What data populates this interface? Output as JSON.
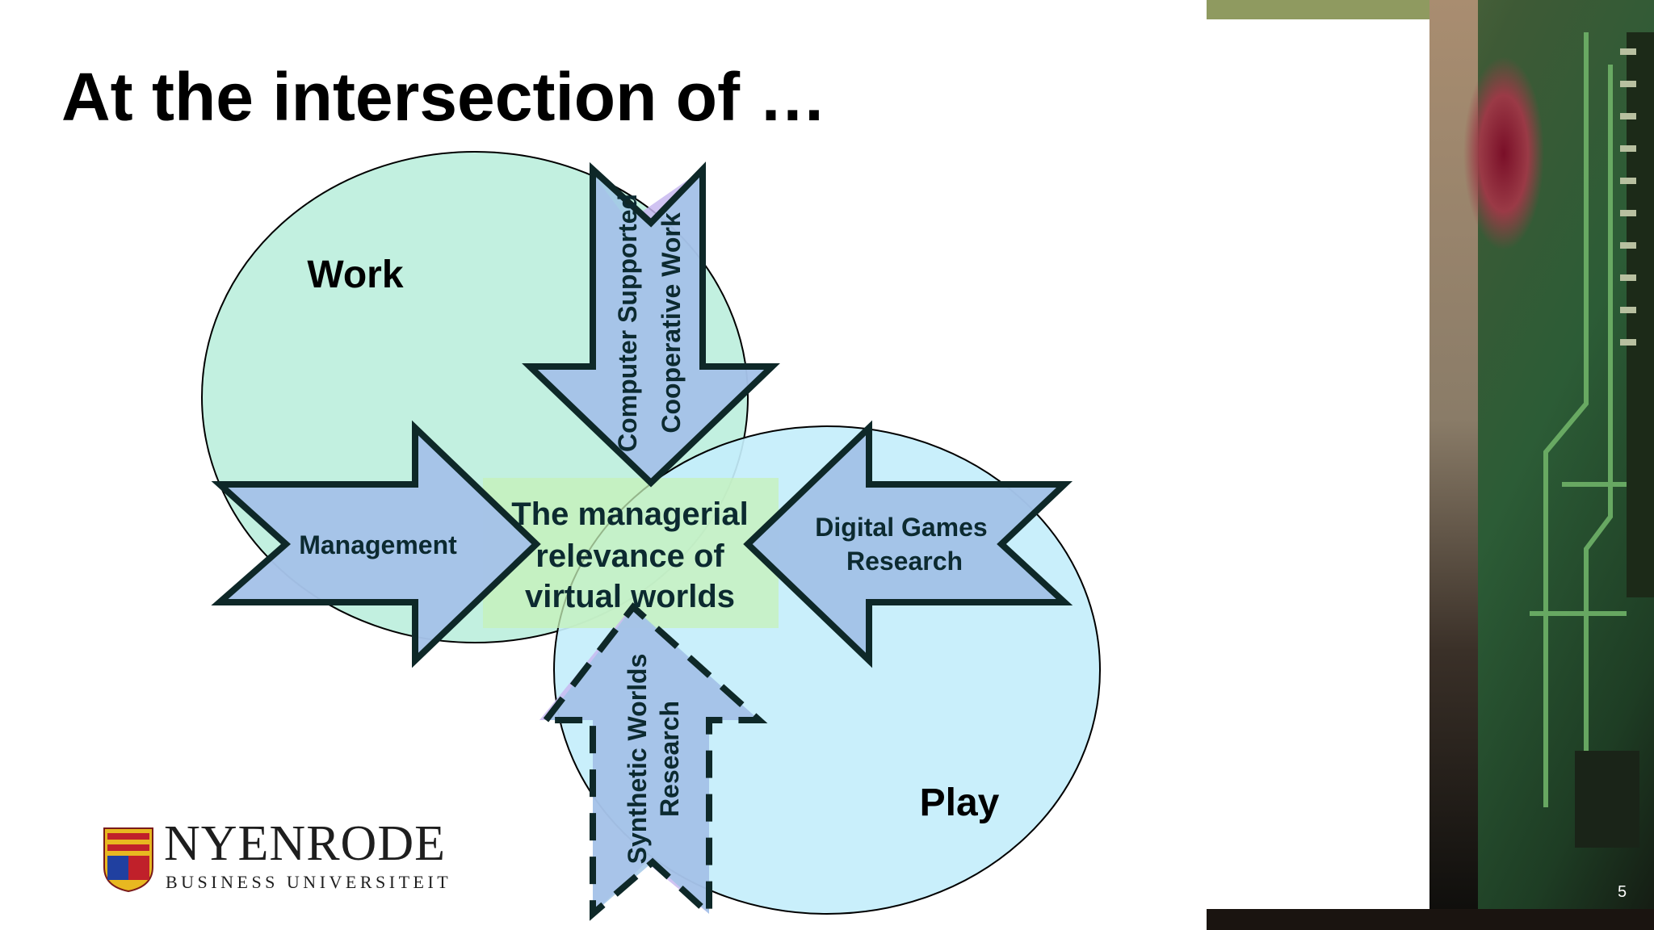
{
  "slide": {
    "title": "At the intersection of …",
    "page_number": "5"
  },
  "diagram": {
    "circles": {
      "work": "Work",
      "play": "Play"
    },
    "center_label": [
      "The managerial",
      "relevance of",
      "virtual worlds"
    ],
    "arrows": {
      "cscw": [
        "Computer Supported",
        "Cooperative Work"
      ],
      "management": "Management",
      "games": [
        "Digital Games",
        "Research"
      ],
      "synthetic": [
        "Synthetic Worlds",
        "Research"
      ]
    },
    "colors": {
      "work_circle": "#c2f0e0",
      "play_circle": "#c4eefb",
      "arrow_fill": "#9ec4e6",
      "arrow_shadow": "#c8b8f0",
      "center_box": "#c6f2b8",
      "text": "#0c2a30"
    }
  },
  "logo": {
    "name": "NYENRODE",
    "subtitle": "BUSINESS UNIVERSITEIT"
  },
  "side_photo": {
    "icon": "circuit-board-photo"
  }
}
